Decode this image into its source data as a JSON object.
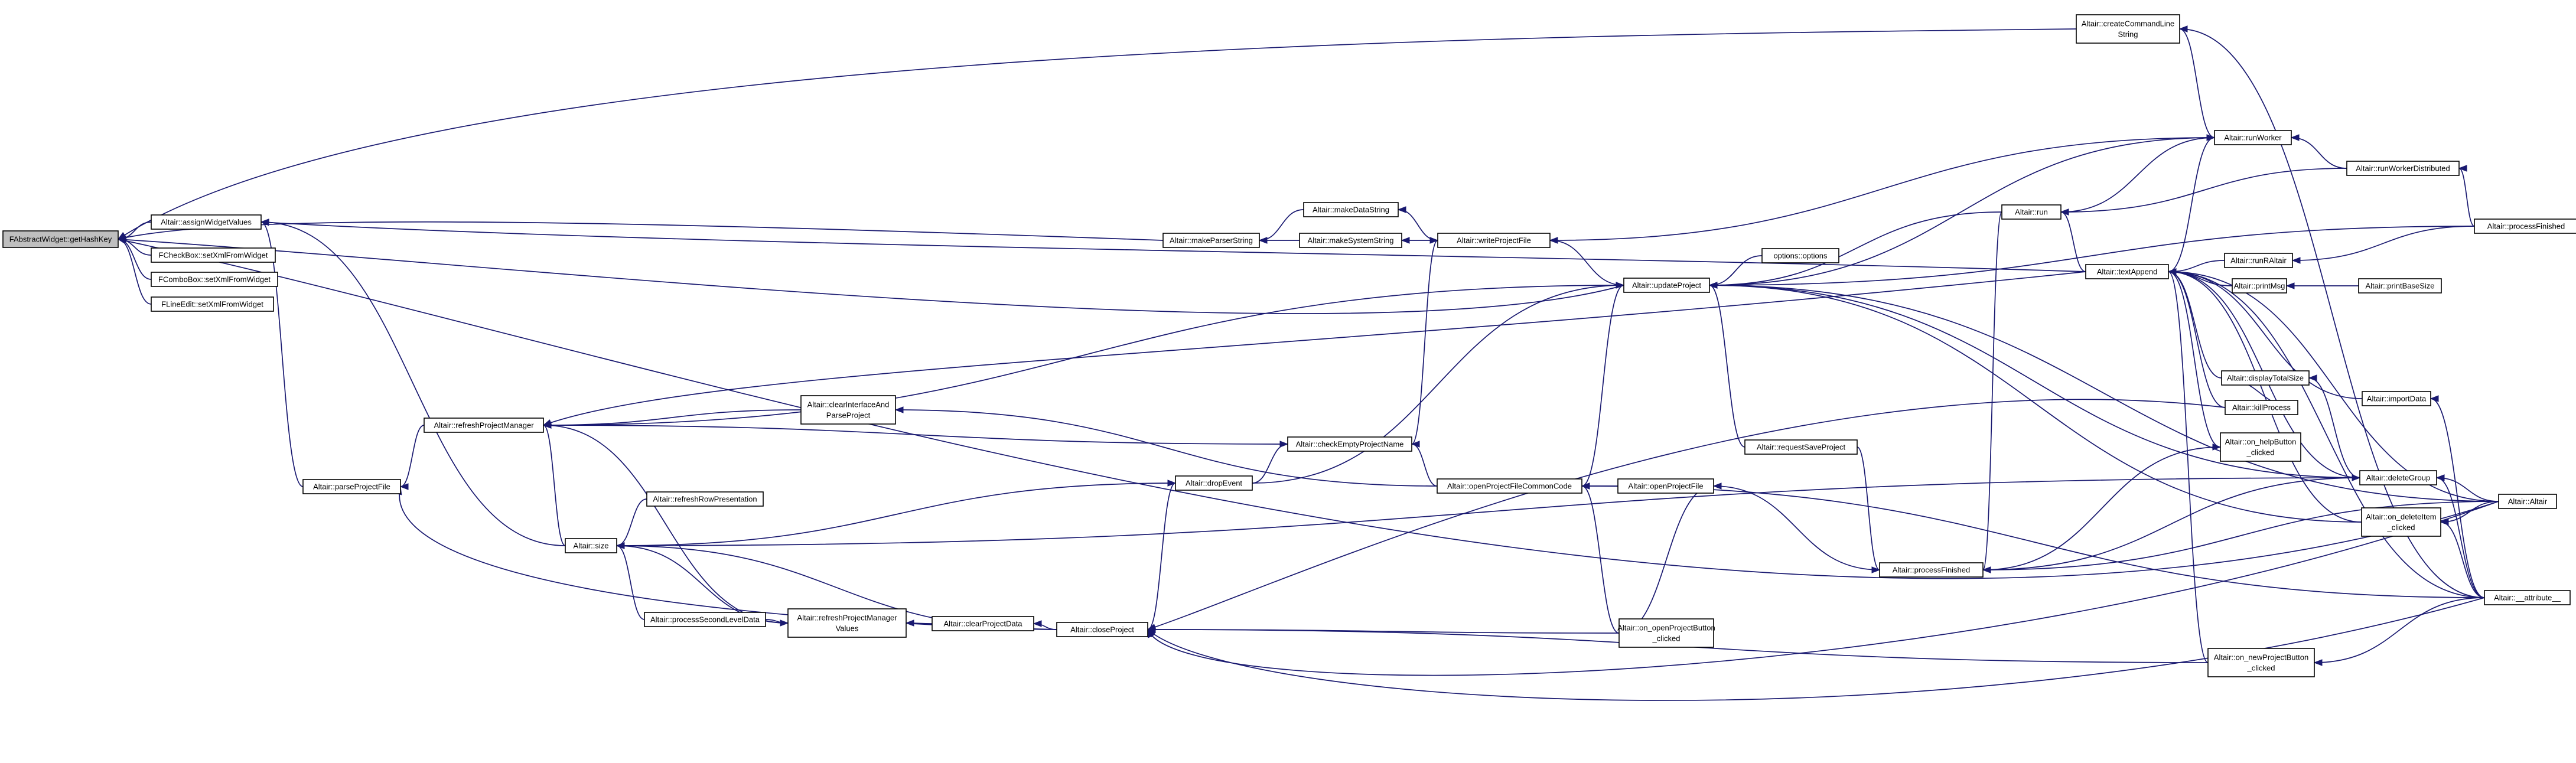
{
  "graph": {
    "nodes": [
      {
        "id": "root",
        "lines": [
          "FAbstractWidget::getHashKey"
        ],
        "root": true
      },
      {
        "id": "assign",
        "lines": [
          "Altair::assignWidgetValues"
        ]
      },
      {
        "id": "fcheck",
        "lines": [
          "FCheckBox::setXmlFromWidget"
        ]
      },
      {
        "id": "fcombo",
        "lines": [
          "FComboBox::setXmlFromWidget"
        ]
      },
      {
        "id": "fline",
        "lines": [
          "FLineEdit::setXmlFromWidget"
        ]
      },
      {
        "id": "parseProjectFile",
        "lines": [
          "Altair::parseProjectFile"
        ]
      },
      {
        "id": "refreshPM",
        "lines": [
          "Altair::refreshProjectManager"
        ]
      },
      {
        "id": "size",
        "lines": [
          "Altair::size"
        ]
      },
      {
        "id": "refreshRow",
        "lines": [
          "Altair::refreshRowPresentation"
        ]
      },
      {
        "id": "processSecond",
        "lines": [
          "Altair::processSecondLevelData"
        ]
      },
      {
        "id": "refreshPMV",
        "lines": [
          "Altair::refreshProjectManager",
          "Values"
        ]
      },
      {
        "id": "clearInterface",
        "lines": [
          "Altair::clearInterfaceAnd",
          "ParseProject"
        ]
      },
      {
        "id": "clearProjectData",
        "lines": [
          "Altair::clearProjectData"
        ]
      },
      {
        "id": "closeProject",
        "lines": [
          "Altair::closeProject"
        ]
      },
      {
        "id": "dropEvent",
        "lines": [
          "Altair::dropEvent"
        ]
      },
      {
        "id": "checkEmpty",
        "lines": [
          "Altair::checkEmptyProjectName"
        ]
      },
      {
        "id": "makeParser",
        "lines": [
          "Altair::makeParserString"
        ]
      },
      {
        "id": "makeData",
        "lines": [
          "Altair::makeDataString"
        ]
      },
      {
        "id": "makeSystem",
        "lines": [
          "Altair::makeSystemString"
        ]
      },
      {
        "id": "writeProject",
        "lines": [
          "Altair::writeProjectFile"
        ]
      },
      {
        "id": "openCommon",
        "lines": [
          "Altair::openProjectFileCommonCode"
        ]
      },
      {
        "id": "openProjectFile",
        "lines": [
          "Altair::openProjectFile"
        ]
      },
      {
        "id": "onOpenBtn",
        "lines": [
          "Altair::on_openProjectButton",
          "_clicked"
        ]
      },
      {
        "id": "updateProject",
        "lines": [
          "Altair::updateProject"
        ]
      },
      {
        "id": "options",
        "lines": [
          "options::options"
        ]
      },
      {
        "id": "requestSave",
        "lines": [
          "Altair::requestSaveProject"
        ]
      },
      {
        "id": "processFinished",
        "lines": [
          "Altair::processFinished"
        ]
      },
      {
        "id": "run",
        "lines": [
          "Altair::run"
        ]
      },
      {
        "id": "createCmd",
        "lines": [
          "Altair::createCommandLine",
          "String"
        ]
      },
      {
        "id": "runWorker",
        "lines": [
          "Altair::runWorker"
        ]
      },
      {
        "id": "runWorkerDist",
        "lines": [
          "Altair::runWorkerDistributed"
        ]
      },
      {
        "id": "textAppend",
        "lines": [
          "Altair::textAppend"
        ]
      },
      {
        "id": "runRAltair",
        "lines": [
          "Altair::runRAltair"
        ]
      },
      {
        "id": "printMsg",
        "lines": [
          "Altair::printMsg"
        ]
      },
      {
        "id": "printBaseSize",
        "lines": [
          "Altair::printBaseSize"
        ]
      },
      {
        "id": "displayTotal",
        "lines": [
          "Altair::displayTotalSize"
        ]
      },
      {
        "id": "killProcess",
        "lines": [
          "Altair::killProcess"
        ]
      },
      {
        "id": "onHelp",
        "lines": [
          "Altair::on_helpButton",
          "_clicked"
        ]
      },
      {
        "id": "importData",
        "lines": [
          "Altair::importData"
        ]
      },
      {
        "id": "deleteGroup",
        "lines": [
          "Altair::deleteGroup"
        ]
      },
      {
        "id": "onDeleteItem",
        "lines": [
          "Altair::on_deleteItem",
          "_clicked"
        ]
      },
      {
        "id": "onNewProject",
        "lines": [
          "Altair::on_newProjectButton",
          "_clicked"
        ]
      },
      {
        "id": "processFinished2",
        "lines": [
          "Altair::processFinished"
        ]
      },
      {
        "id": "altairCtor",
        "lines": [
          "Altair::Altair"
        ]
      },
      {
        "id": "attribute",
        "lines": [
          "Altair::__attribute__"
        ]
      }
    ],
    "edges": [
      [
        "assign",
        "root"
      ],
      [
        "fcheck",
        "root"
      ],
      [
        "fcombo",
        "root"
      ],
      [
        "fline",
        "root"
      ],
      [
        "makeParser",
        "root"
      ],
      [
        "createCmd",
        "root"
      ],
      [
        "updateProject",
        "root"
      ],
      [
        "altairCtor",
        "root"
      ],
      [
        "parseProjectFile",
        "assign"
      ],
      [
        "textAppend",
        "assign"
      ],
      [
        "size",
        "assign"
      ],
      [
        "refreshPM",
        "parseProjectFile"
      ],
      [
        "size",
        "refreshPM"
      ],
      [
        "refreshPMV",
        "refreshPM"
      ],
      [
        "clearInterface",
        "refreshPM"
      ],
      [
        "checkEmpty",
        "refreshPM"
      ],
      [
        "updateProject",
        "refreshPM"
      ],
      [
        "textAppend",
        "refreshPM"
      ],
      [
        "refreshRow",
        "size"
      ],
      [
        "processSecond",
        "size"
      ],
      [
        "refreshPMV",
        "size"
      ],
      [
        "closeProject",
        "size"
      ],
      [
        "dropEvent",
        "size"
      ],
      [
        "deleteGroup",
        "size"
      ],
      [
        "processSecond",
        "refreshPMV"
      ],
      [
        "clearProjectData",
        "refreshPMV"
      ],
      [
        "closeProject",
        "clearProjectData"
      ],
      [
        "closeProject",
        "parseProjectFile"
      ],
      [
        "openCommon",
        "clearInterface"
      ],
      [
        "dropEvent",
        "checkEmpty"
      ],
      [
        "openCommon",
        "checkEmpty"
      ],
      [
        "closeProject",
        "dropEvent"
      ],
      [
        "makeData",
        "makeParser"
      ],
      [
        "makeSystem",
        "makeParser"
      ],
      [
        "writeProject",
        "makeData"
      ],
      [
        "writeProject",
        "makeSystem"
      ],
      [
        "checkEmpty",
        "writeProject"
      ],
      [
        "updateProject",
        "writeProject"
      ],
      [
        "runWorker",
        "writeProject"
      ],
      [
        "openProjectFile",
        "openCommon"
      ],
      [
        "onOpenBtn",
        "openCommon"
      ],
      [
        "attribute",
        "openCommon"
      ],
      [
        "processFinished",
        "openProjectFile"
      ],
      [
        "onOpenBtn",
        "closeProject"
      ],
      [
        "onNewProject",
        "closeProject"
      ],
      [
        "killProcess",
        "closeProject"
      ],
      [
        "altairCtor",
        "closeProject"
      ],
      [
        "attribute",
        "closeProject"
      ],
      [
        "onOpenBtn",
        "openProjectFile"
      ],
      [
        "dropEvent",
        "updateProject"
      ],
      [
        "openCommon",
        "updateProject"
      ],
      [
        "options",
        "updateProject"
      ],
      [
        "requestSave",
        "updateProject"
      ],
      [
        "run",
        "updateProject"
      ],
      [
        "runWorker",
        "updateProject"
      ],
      [
        "deleteGroup",
        "updateProject"
      ],
      [
        "onDeleteItem",
        "updateProject"
      ],
      [
        "processFinished2",
        "updateProject"
      ],
      [
        "altairCtor",
        "updateProject"
      ],
      [
        "requestSave",
        "processFinished"
      ],
      [
        "run",
        "processFinished"
      ],
      [
        "runWorker",
        "run"
      ],
      [
        "runWorkerDist",
        "run"
      ],
      [
        "textAppend",
        "run"
      ],
      [
        "runWorker",
        "createCmd"
      ],
      [
        "attribute",
        "createCmd"
      ],
      [
        "runWorkerDist",
        "runWorker"
      ],
      [
        "textAppend",
        "runWorker"
      ],
      [
        "processFinished2",
        "runWorkerDist"
      ],
      [
        "runRAltair",
        "textAppend"
      ],
      [
        "printMsg",
        "textAppend"
      ],
      [
        "displayTotal",
        "textAppend"
      ],
      [
        "killProcess",
        "textAppend"
      ],
      [
        "onHelp",
        "textAppend"
      ],
      [
        "importData",
        "textAppend"
      ],
      [
        "deleteGroup",
        "textAppend"
      ],
      [
        "onDeleteItem",
        "textAppend"
      ],
      [
        "onNewProject",
        "textAppend"
      ],
      [
        "altairCtor",
        "textAppend"
      ],
      [
        "attribute",
        "textAppend"
      ],
      [
        "processFinished2",
        "runRAltair"
      ],
      [
        "printBaseSize",
        "printMsg"
      ],
      [
        "killProcess",
        "displayTotal"
      ],
      [
        "deleteGroup",
        "displayTotal"
      ],
      [
        "processFinished",
        "onHelp"
      ],
      [
        "processFinished",
        "deleteGroup"
      ],
      [
        "altairCtor",
        "deleteGroup"
      ],
      [
        "attribute",
        "deleteGroup"
      ],
      [
        "attribute",
        "importData"
      ],
      [
        "altairCtor",
        "onDeleteItem"
      ],
      [
        "attribute",
        "onDeleteItem"
      ],
      [
        "altairCtor",
        "processFinished"
      ],
      [
        "attribute",
        "onNewProject"
      ]
    ]
  }
}
